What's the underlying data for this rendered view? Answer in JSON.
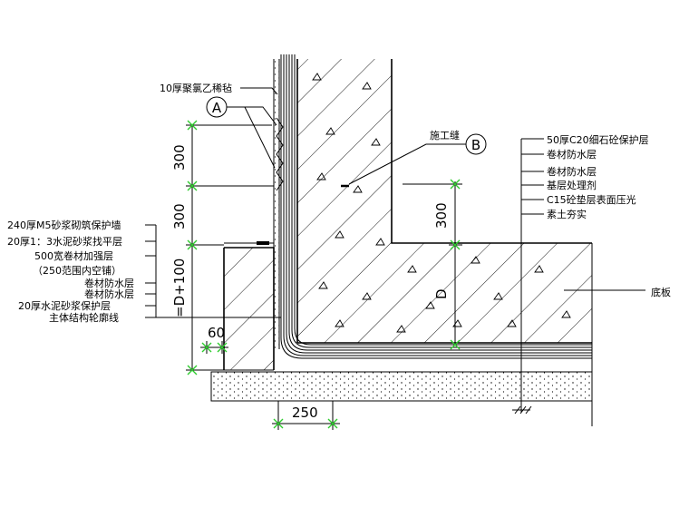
{
  "labels_left": [
    "240厚M5砂浆砌筑保护墙",
    "20厚1：3水泥砂浆找平层",
    "500宽卷材加强层",
    "（250范围内空铺）",
    "卷材防水层",
    "卷材防水层",
    "20厚水泥砂浆保护层",
    "主体结构轮廓线"
  ],
  "label_top": "10厚聚氯乙稀毡",
  "callout_a": "A",
  "callout_b": "B",
  "label_joint": "施工缝",
  "labels_right": [
    "50厚C20细石砼保护层",
    "卷材防水层",
    "卷材防水层",
    "基层处理剂",
    "C15砼垫层表面压光",
    "素土夯实"
  ],
  "label_slab": "底板",
  "dims": {
    "left_300_upper": "300",
    "left_300_lower": "300",
    "left_d100": "=D+100",
    "right_300": "300",
    "right_d": "D",
    "bottom_60": "60",
    "bottom_250": "250"
  }
}
